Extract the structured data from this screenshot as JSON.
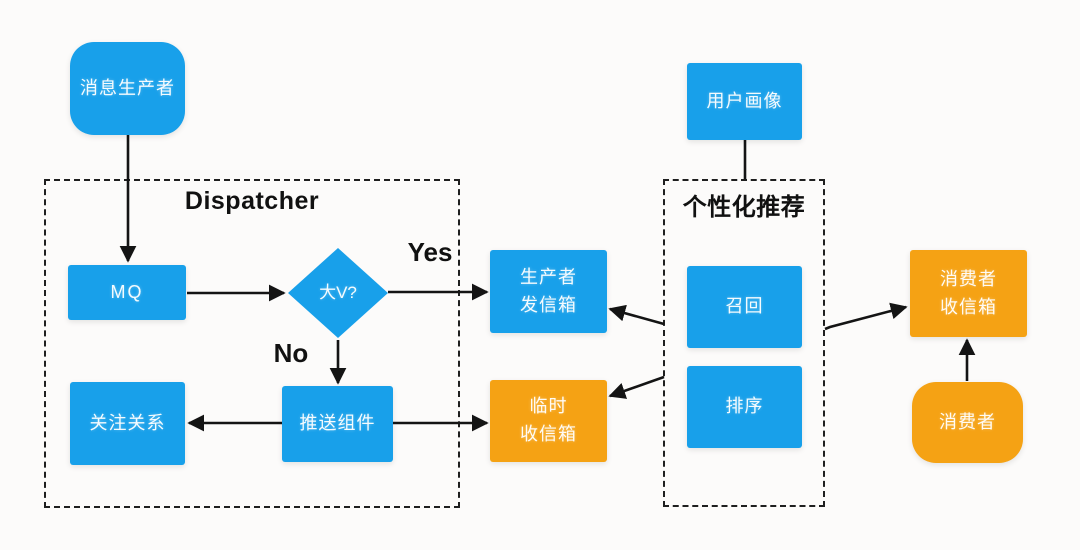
{
  "colors": {
    "blue": "#18a0ea",
    "orange": "#f5a214",
    "arrow": "#141414"
  },
  "groups": {
    "dispatcher": {
      "title": "Dispatcher"
    },
    "personalized_recommendation": {
      "title": "个性化推荐"
    }
  },
  "nodes": {
    "message_producer": {
      "label": "消息生产者"
    },
    "mq": {
      "label": "MQ"
    },
    "big_v_decision": {
      "label": "大V?"
    },
    "follow_relation": {
      "label": "关注关系"
    },
    "push_component": {
      "label": "推送组件"
    },
    "producer_outbox": {
      "label": "生产者\n发信箱"
    },
    "temp_inbox": {
      "label": "临时\n收信箱"
    },
    "user_profile": {
      "label": "用户画像"
    },
    "recall": {
      "label": "召回"
    },
    "ranking": {
      "label": "排序"
    },
    "consumer_inbox": {
      "label": "消费者\n收信箱"
    },
    "consumer": {
      "label": "消费者"
    }
  },
  "edge_labels": {
    "yes": "Yes",
    "no": "No"
  }
}
